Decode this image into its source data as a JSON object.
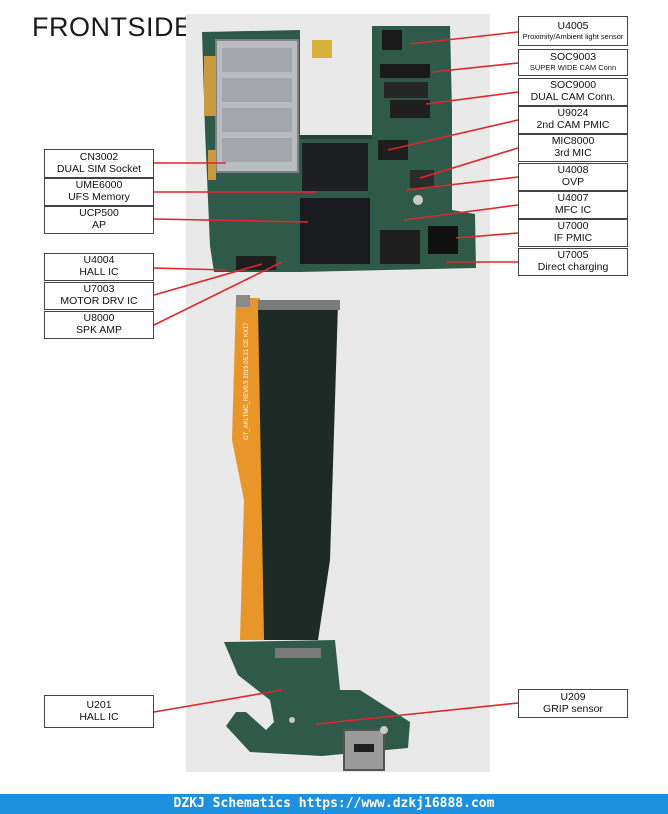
{
  "title": "FRONTSIDE",
  "footer": "DZKJ Schematics https://www.dzkj16888.com",
  "colors": {
    "leader": "#e0252b",
    "pcb": "#2f5a4a",
    "flex": "#e8962a",
    "footer": "#1e90e0"
  },
  "labels": [
    {
      "id": "u4005",
      "line1": "U4005",
      "line2": "Proximity/Ambient light sensor"
    },
    {
      "id": "soc9003",
      "line1": "SOC9003",
      "line2": "SUPER WIDE CAM Conn"
    },
    {
      "id": "soc9000",
      "line1": "SOC9000",
      "line2": "DUAL CAM Conn."
    },
    {
      "id": "u9024",
      "line1": "U9024",
      "line2": "2nd CAM PMIC"
    },
    {
      "id": "mic8000",
      "line1": "MIC8000",
      "line2": "3rd MIC"
    },
    {
      "id": "u4008",
      "line1": "U4008",
      "line2": "OVP"
    },
    {
      "id": "u4007",
      "line1": "U4007",
      "line2": "MFC IC"
    },
    {
      "id": "u7000",
      "line1": "U7000",
      "line2": "IF PMIC"
    },
    {
      "id": "u7005",
      "line1": "U7005",
      "line2": "Direct charging"
    },
    {
      "id": "cn3002",
      "line1": "CN3002",
      "line2": "DUAL SIM Socket"
    },
    {
      "id": "ume6000",
      "line1": "UME6000",
      "line2": "UFS Memory"
    },
    {
      "id": "ucp500",
      "line1": "UCP500",
      "line2": "AP"
    },
    {
      "id": "u4004",
      "line1": "U4004",
      "line2": "HALL IC"
    },
    {
      "id": "u7003",
      "line1": "U7003",
      "line2": "MOTOR DRV IC"
    },
    {
      "id": "u8000",
      "line1": "U8000",
      "line2": "SPK AMP"
    },
    {
      "id": "u201",
      "line1": "U201",
      "line2": "HALL IC"
    },
    {
      "id": "u209",
      "line1": "U209",
      "line2": "GRIP sensor"
    }
  ],
  "board_print": {
    "flex_text": "GT_AKLTMC_REV0.5 2019.05.21 CE KX17"
  }
}
